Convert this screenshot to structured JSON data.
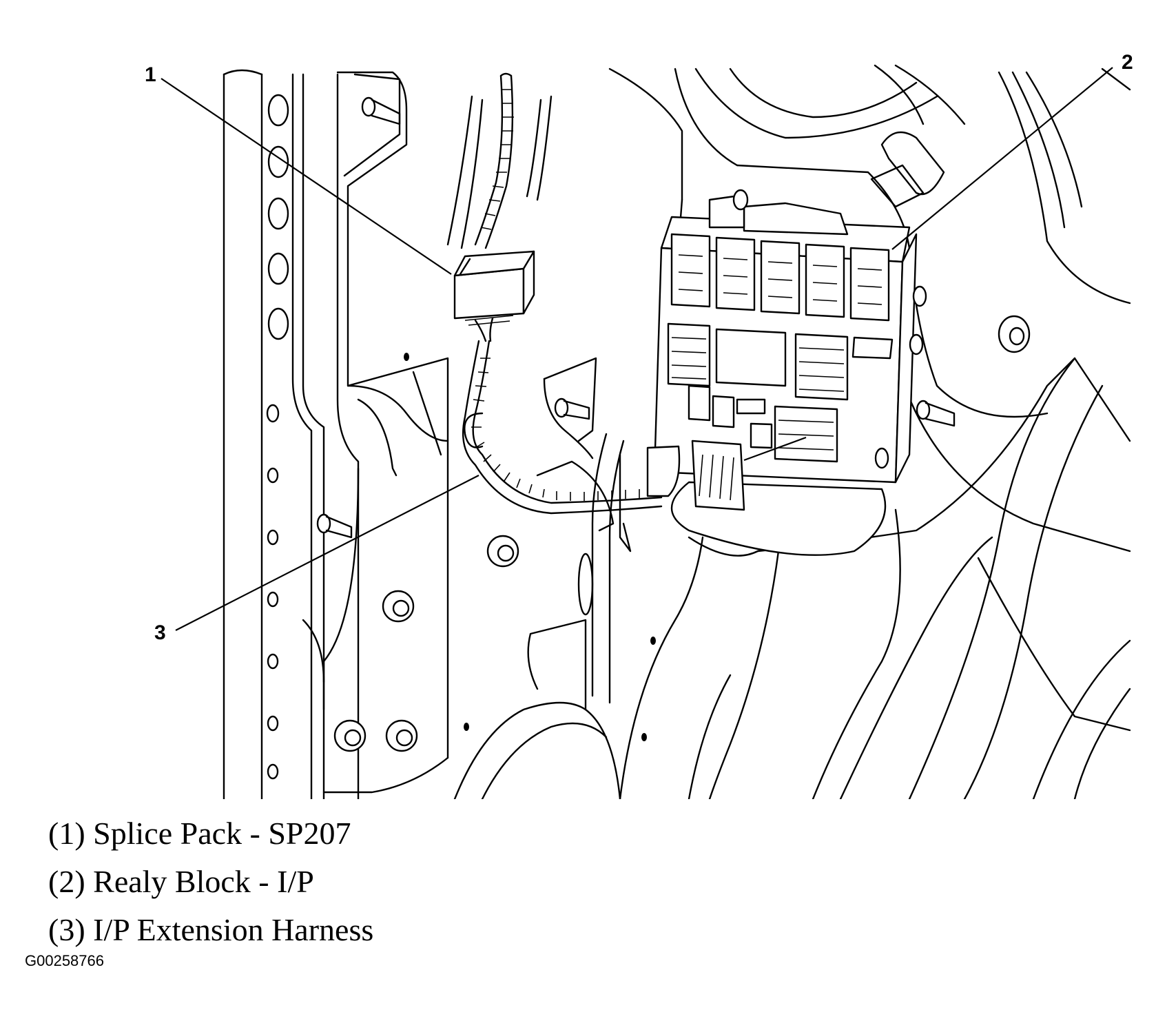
{
  "callouts": [
    {
      "number": "1"
    },
    {
      "number": "2"
    },
    {
      "number": "3"
    }
  ],
  "legend": [
    {
      "text": "(1) Splice Pack - SP207"
    },
    {
      "text": "(2) Realy Block - I/P"
    },
    {
      "text": "(3) I/P Extension Harness"
    }
  ],
  "figure_id": "G00258766"
}
